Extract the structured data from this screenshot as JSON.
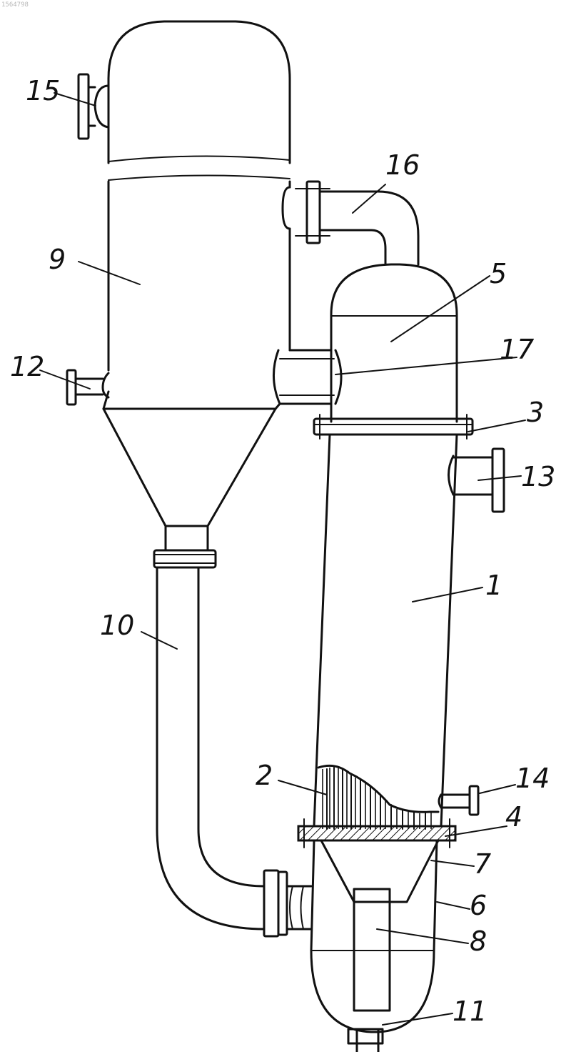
{
  "image_id": "1564798",
  "labels": {
    "l1": "1",
    "l2": "2",
    "l3": "3",
    "l4": "4",
    "l5": "5",
    "l6": "6",
    "l7": "7",
    "l8": "8",
    "l9": "9",
    "l10": "10",
    "l11": "11",
    "l12": "12",
    "l13": "13",
    "l14": "14",
    "l15": "15",
    "l16": "16",
    "l17": "17"
  }
}
